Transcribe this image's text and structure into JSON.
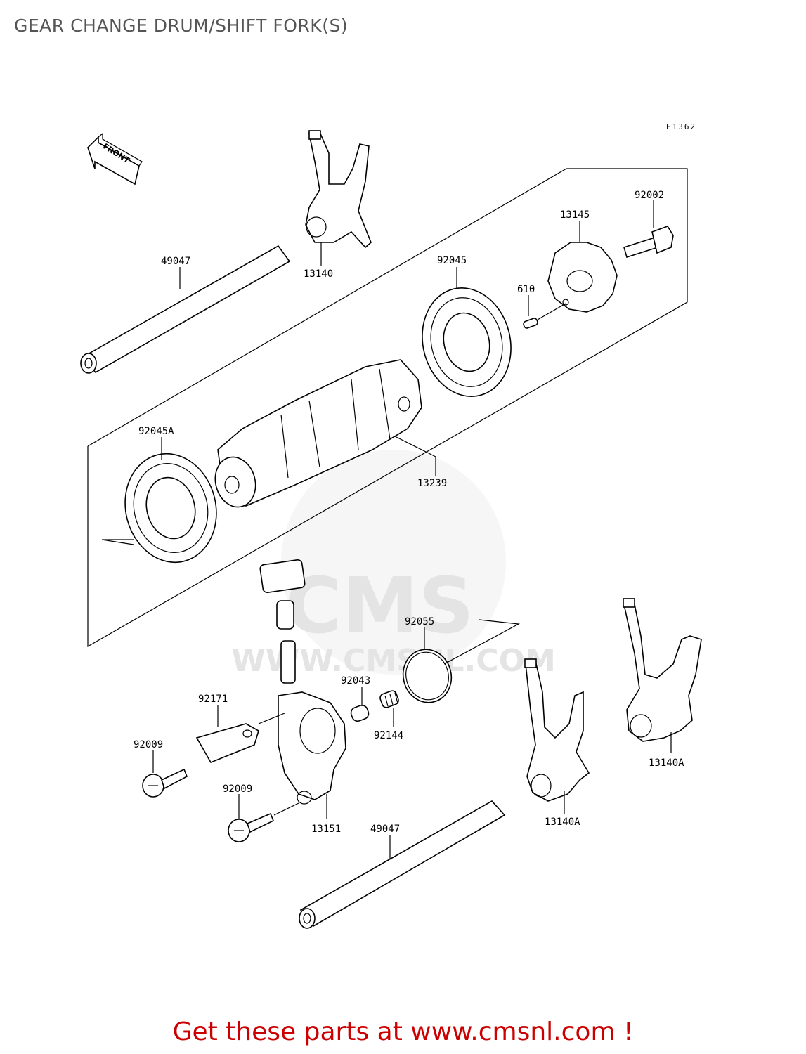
{
  "page": {
    "title": "GEAR CHANGE DRUM/SHIFT FORK(S)"
  },
  "diagram": {
    "code": "E1362",
    "front_label": "FRONT",
    "watermark": {
      "logo_text": "CMS",
      "url_text": "WWW.CMSNL.COM"
    },
    "parts": [
      {
        "number": "49047",
        "name": "shift-rod-upper"
      },
      {
        "number": "13140",
        "name": "shift-fork-upper"
      },
      {
        "number": "92045",
        "name": "bearing-right"
      },
      {
        "number": "13145",
        "name": "drum-pin-plate"
      },
      {
        "number": "92002",
        "name": "bolt-upper"
      },
      {
        "number": "610",
        "name": "dowel-pin"
      },
      {
        "number": "92045A",
        "name": "bearing-left"
      },
      {
        "number": "13239",
        "name": "gear-change-drum"
      },
      {
        "number": "92055",
        "name": "o-ring"
      },
      {
        "number": "92043",
        "name": "pin"
      },
      {
        "number": "92144",
        "name": "spring"
      },
      {
        "number": "92171",
        "name": "clamp"
      },
      {
        "number": "92009",
        "name": "screw-left"
      },
      {
        "number": "92009",
        "name": "screw-lower"
      },
      {
        "number": "13151",
        "name": "switch-housing"
      },
      {
        "number": "49047",
        "name": "shift-rod-lower"
      },
      {
        "number": "13140A",
        "name": "shift-fork-lower-middle"
      },
      {
        "number": "13140A",
        "name": "shift-fork-lower-right"
      }
    ]
  },
  "footer": {
    "text": "Get these parts at www.cmsnl.com !"
  },
  "colors": {
    "footer": "#cc0000",
    "title": "#555555",
    "watermark": "#e6e6e6"
  }
}
